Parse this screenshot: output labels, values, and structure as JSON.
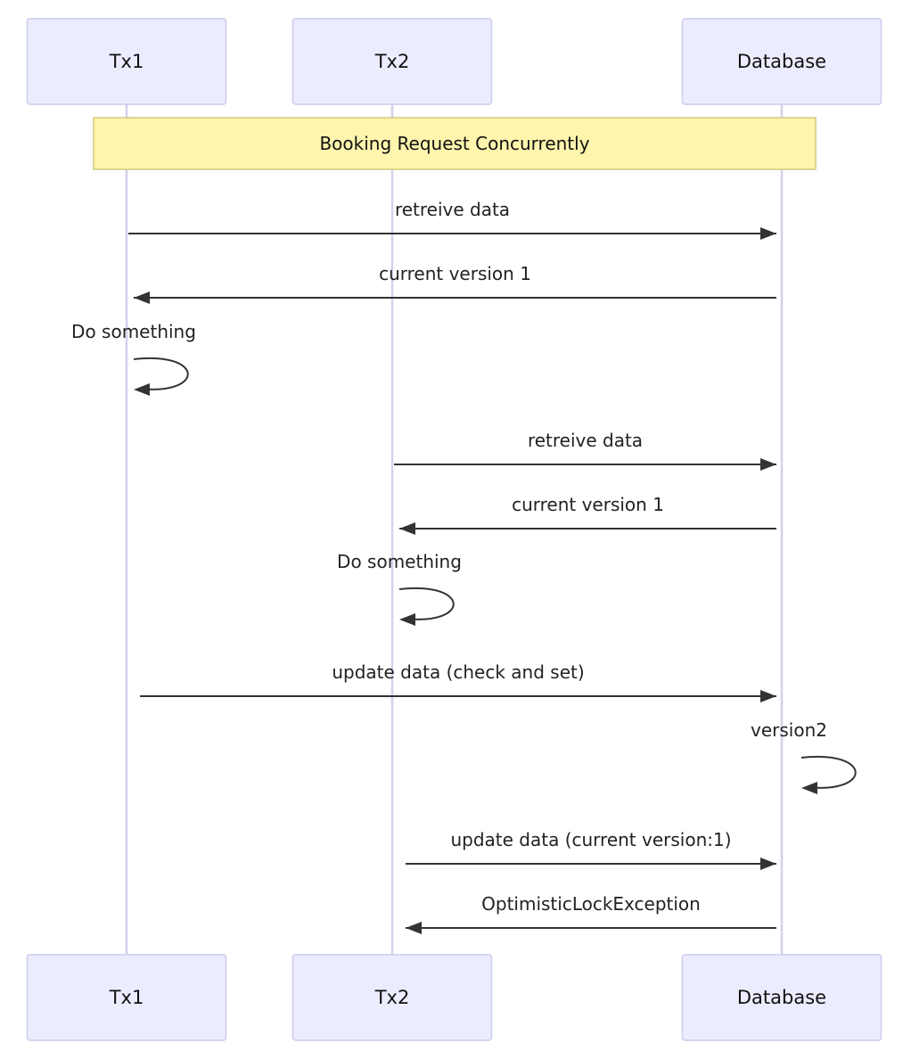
{
  "participants": [
    {
      "id": "tx1",
      "label": "Tx1"
    },
    {
      "id": "tx2",
      "label": "Tx2"
    },
    {
      "id": "db",
      "label": "Database"
    }
  ],
  "note": {
    "text": "Booking Request Concurrently",
    "over": [
      "tx1",
      "db"
    ]
  },
  "messages": [
    {
      "from": "tx1",
      "to": "db",
      "text": "retreive data"
    },
    {
      "from": "db",
      "to": "tx1",
      "text": "current version 1"
    },
    {
      "from": "tx1",
      "to": "tx1",
      "text": "Do something"
    },
    {
      "from": "tx2",
      "to": "db",
      "text": "retreive data"
    },
    {
      "from": "db",
      "to": "tx2",
      "text": "current version 1"
    },
    {
      "from": "tx2",
      "to": "tx2",
      "text": "Do something"
    },
    {
      "from": "tx1",
      "to": "db",
      "text": "update data (check and set)"
    },
    {
      "from": "db",
      "to": "db",
      "text": "version2"
    },
    {
      "from": "tx2",
      "to": "db",
      "text": "update data (current version:1)"
    },
    {
      "from": "db",
      "to": "tx2",
      "text": "OptimisticLockException"
    }
  ],
  "colors": {
    "actor_fill": "#ECECFF",
    "actor_border": "#CCCCEE",
    "note_fill": "#FFF5AD",
    "note_border": "#CFCB7E",
    "lifeline": "#D4D0EC",
    "arrow": "#333333"
  }
}
